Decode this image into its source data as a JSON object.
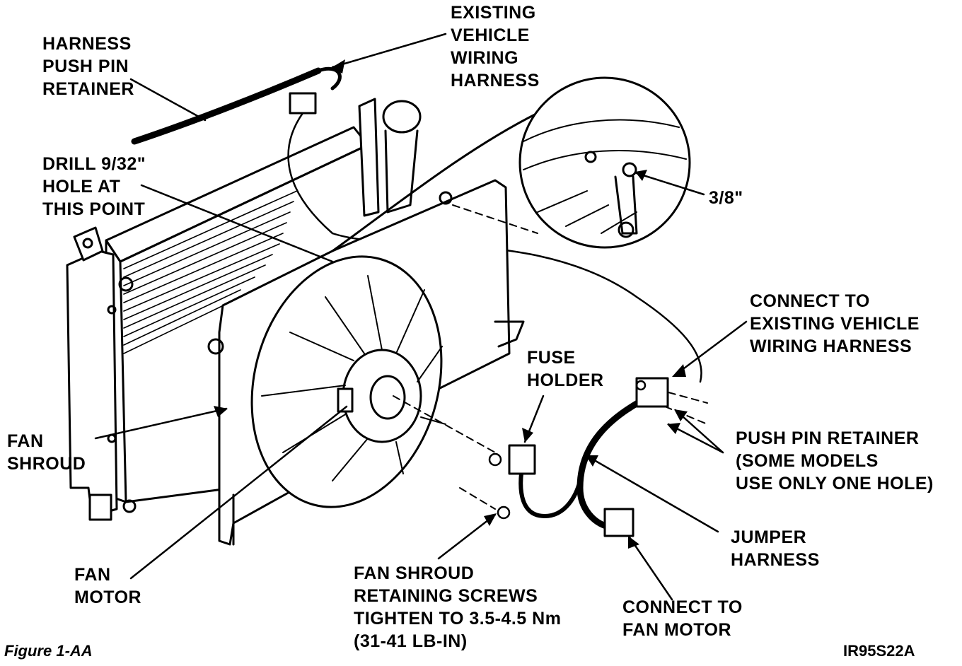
{
  "labels": {
    "existing_harness": [
      "EXISTING",
      "VEHICLE",
      "WIRING",
      "HARNESS"
    ],
    "push_pin_retainer_top": [
      "HARNESS",
      "PUSH PIN",
      "RETAINER"
    ],
    "drill_hole": [
      "DRILL 9/32\"",
      "HOLE AT",
      "THIS POINT"
    ],
    "dimension": "3/8\"",
    "connect_existing": [
      "CONNECT TO",
      "EXISTING VEHICLE",
      "WIRING HARNESS"
    ],
    "fuse_holder": [
      "FUSE",
      "HOLDER"
    ],
    "fan_shroud": [
      "FAN",
      "SHROUD"
    ],
    "push_pin_retainer_side": [
      "PUSH PIN RETAINER",
      "(SOME MODELS",
      "USE ONLY ONE HOLE)"
    ],
    "jumper_harness": [
      "JUMPER",
      "HARNESS"
    ],
    "fan_motor": [
      "FAN",
      "MOTOR"
    ],
    "fan_shroud_screws": [
      "FAN SHROUD",
      "RETAINING SCREWS",
      "TIGHTEN TO 3.5-4.5 Nm",
      "(31-41 LB-IN)"
    ],
    "connect_fan_motor": [
      "CONNECT TO",
      "FAN MOTOR"
    ]
  },
  "figure_caption": "Figure 1-AA",
  "figure_code": "IR95S22A"
}
